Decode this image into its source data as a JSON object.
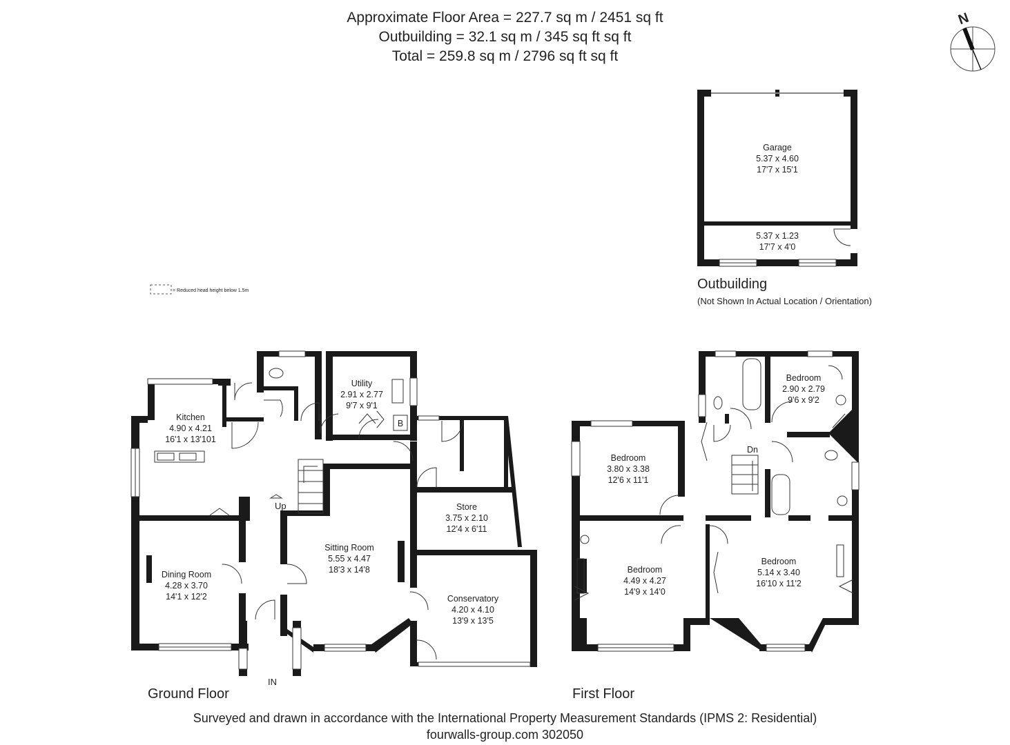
{
  "header": {
    "line1": "Approximate Floor Area = 227.7 sq m / 2451 sq ft",
    "line2": "Outbuilding = 32.1 sq m / 345 sq ft sq ft",
    "line3": "Total = 259.8 sq m / 2796 sq ft sq ft"
  },
  "compass": {
    "label": "N"
  },
  "legend": {
    "text": "= Reduced head height below 1.5m"
  },
  "outbuilding": {
    "title": "Outbuilding",
    "note": "(Not Shown In Actual Location / Orientation)",
    "garage": {
      "name": "Garage",
      "metric": "5.37 x 4.60",
      "imperial": "17'7 x 15'1"
    },
    "annex": {
      "metric": "5.37 x 1.23",
      "imperial": "17'7 x 4'0"
    }
  },
  "ground_floor": {
    "title": "Ground Floor",
    "entrance": "IN",
    "stairs": "Up",
    "kitchen": {
      "name": "Kitchen",
      "metric": "4.90 x 4.21",
      "imperial": "16'1 x 13'101"
    },
    "utility": {
      "name": "Utility",
      "metric": "2.91 x 2.77",
      "imperial": "9'7 x 9'1",
      "boiler": "B"
    },
    "dining": {
      "name": "Dining Room",
      "metric": "4.28 x 3.70",
      "imperial": "14'1 x 12'2"
    },
    "sitting": {
      "name": "Sitting Room",
      "metric": "5.55 x 4.47",
      "imperial": "18'3 x 14'8"
    },
    "store": {
      "name": "Store",
      "metric": "3.75 x 2.10",
      "imperial": "12'4 x 6'11"
    },
    "conservatory": {
      "name": "Conservatory",
      "metric": "4.20 x 4.10",
      "imperial": "13'9 x 13'5"
    }
  },
  "first_floor": {
    "title": "First Floor",
    "stairs": "Dn",
    "bedroom_ne": {
      "name": "Bedroom",
      "metric": "2.90 x 2.79",
      "imperial": "9'6 x 9'2"
    },
    "bedroom_w": {
      "name": "Bedroom",
      "metric": "3.80 x 3.38",
      "imperial": "12'6 x 11'1"
    },
    "bedroom_sw": {
      "name": "Bedroom",
      "metric": "4.49 x 4.27",
      "imperial": "14'9 x 14'0"
    },
    "bedroom_se": {
      "name": "Bedroom",
      "metric": "5.14 x 3.40",
      "imperial": "16'10 x 11'2"
    }
  },
  "footer": {
    "line1": "Surveyed and drawn in accordance with the International Property Measurement Standards (IPMS 2: Residential)",
    "line2": "fourwalls-group.com 302050"
  },
  "colors": {
    "wall": "#1a1a1a",
    "line": "#333333",
    "window": "#888888"
  }
}
